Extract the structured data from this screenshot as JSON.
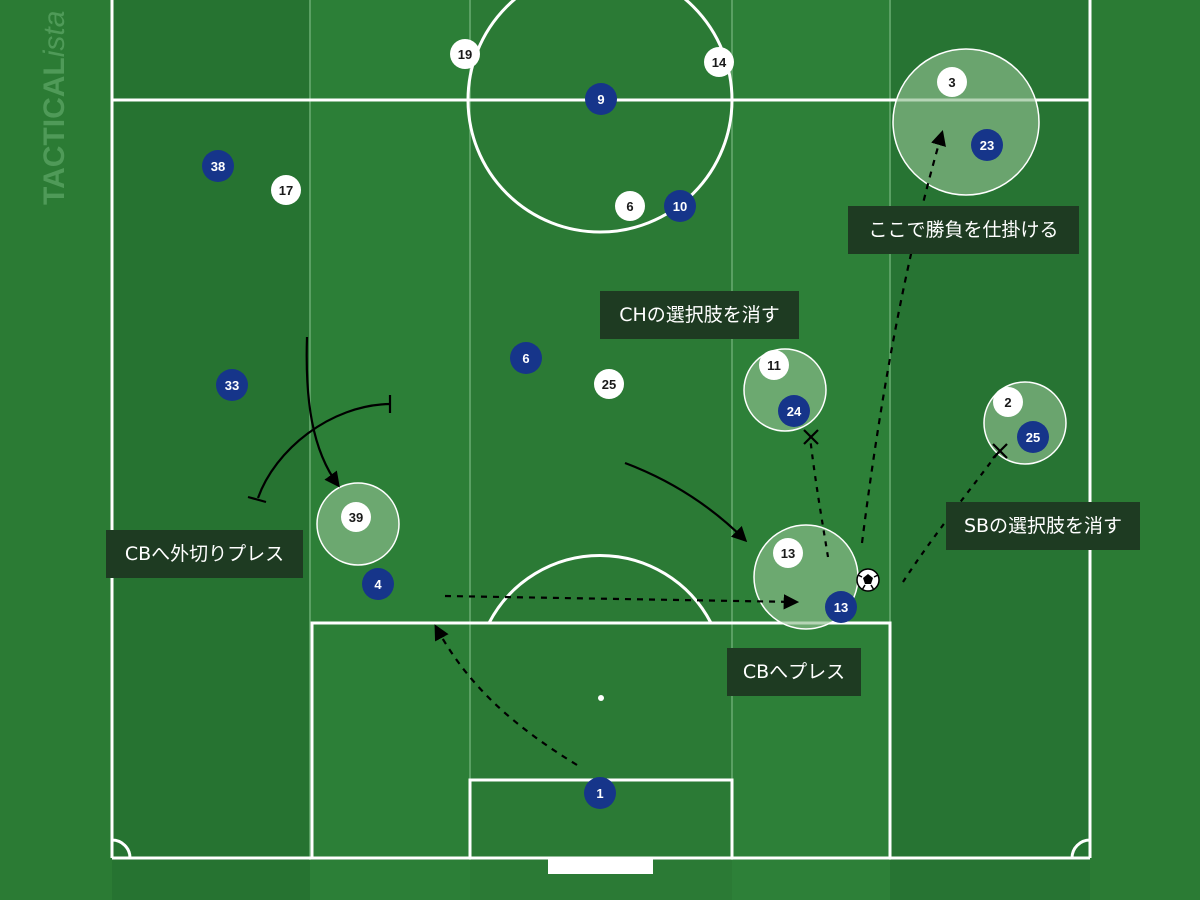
{
  "watermark": {
    "brand_bold": "TACTICAL",
    "brand_light": "ista"
  },
  "colors": {
    "pitch_dark": "#267632",
    "pitch_light": "#2c7f37",
    "line": "#ffffff",
    "home_fill": "#ffffff",
    "home_text": "#1a1a1a",
    "away_fill": "#16358a",
    "away_text": "#ffffff",
    "zone_fill": "#8fbf8f",
    "label_bg": "#1e3b22"
  },
  "labels": {
    "decide_here": "ここで勝負を仕掛ける",
    "erase_ch": "CHの選択肢を消す",
    "erase_sb": "SBの選択肢を消す",
    "press_cb_outside": "CBへ外切りプレス",
    "press_cb": "CBへプレス"
  },
  "players": {
    "home": [
      {
        "id": "h19",
        "number": "19"
      },
      {
        "id": "h14",
        "number": "14"
      },
      {
        "id": "h3",
        "number": "3"
      },
      {
        "id": "h17",
        "number": "17"
      },
      {
        "id": "h6",
        "number": "6"
      },
      {
        "id": "h25",
        "number": "25"
      },
      {
        "id": "h11",
        "number": "11"
      },
      {
        "id": "h2",
        "number": "2"
      },
      {
        "id": "h39",
        "number": "39"
      },
      {
        "id": "h13",
        "number": "13"
      }
    ],
    "away": [
      {
        "id": "a9",
        "number": "9"
      },
      {
        "id": "a23",
        "number": "23"
      },
      {
        "id": "a38",
        "number": "38"
      },
      {
        "id": "a10",
        "number": "10"
      },
      {
        "id": "a6",
        "number": "6"
      },
      {
        "id": "a33",
        "number": "33"
      },
      {
        "id": "a24",
        "number": "24"
      },
      {
        "id": "a25",
        "number": "25"
      },
      {
        "id": "a4",
        "number": "4"
      },
      {
        "id": "a13",
        "number": "13"
      },
      {
        "id": "a1",
        "number": "1"
      }
    ]
  }
}
